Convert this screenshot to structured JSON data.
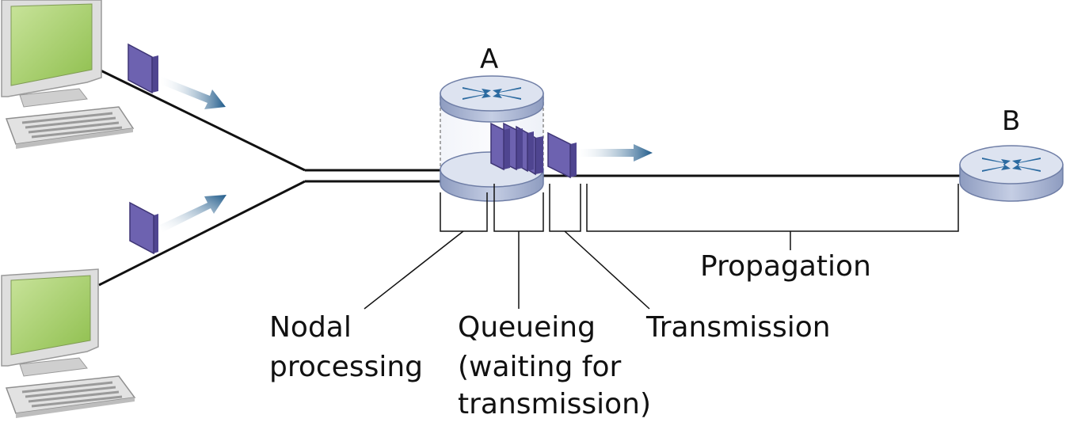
{
  "nodes": {
    "router_a": "A",
    "router_b": "B"
  },
  "delays": {
    "nodal_processing": [
      "Nodal",
      "processing"
    ],
    "queueing": [
      "Queueing",
      "(waiting for",
      "transmission)"
    ],
    "transmission": "Transmission",
    "propagation": "Propagation"
  },
  "icons": {
    "host_top": "desktop-computer-icon",
    "host_bottom": "desktop-computer-icon",
    "router_a": "router-icon",
    "router_b": "router-icon",
    "packet": "packet-icon",
    "arrow": "arrow-icon"
  },
  "colors": {
    "packet_fill": "#6d62b0",
    "packet_side": "#4f4590",
    "arrow": "#1f5a8a",
    "router_top": "#dde3f0",
    "router_side": "#a9b6d3",
    "router_cross": "#2b6aa0",
    "screen": "#a7cc6a",
    "monitor": "#dcdcdc",
    "link": "#111111"
  }
}
